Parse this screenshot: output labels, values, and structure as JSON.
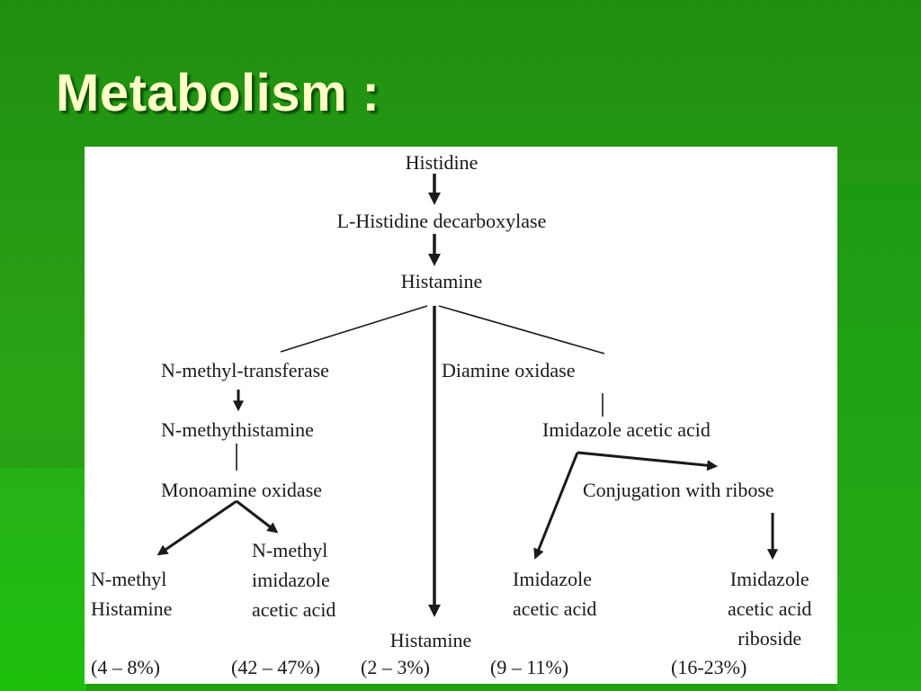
{
  "slide": {
    "title": "Metabolism :",
    "colors": {
      "background": "#23a314",
      "title": "#ffffc6",
      "panel": "#ffffff"
    }
  },
  "diagram": {
    "nodes": {
      "histidine": "Histidine",
      "decarboxylase": "L-Histidine decarboxylase",
      "histamine": "Histamine",
      "n_methyl_transferase": "N-methyl-transferase",
      "diamine_oxidase": "Diamine oxidase",
      "n_methylhistamine": "N-methythistamine",
      "imidazole_acetic_acid": "Imidazole acetic acid",
      "monoamine_oxidase": "Monoamine oxidase",
      "conjugation": "Conjugation with ribose",
      "n_methyl_histamine_lines": [
        "N-methyl",
        "Histamine"
      ],
      "n_methyl_imidazole_lines": [
        "N-methyl",
        "imidazole",
        "acetic acid"
      ],
      "imidazole_acid_lines": [
        "Imidazole",
        "acetic acid"
      ],
      "riboside_lines": [
        "Imidazole",
        "acetic acid",
        "riboside"
      ],
      "histamine_unchanged": "Histamine"
    },
    "percentages": [
      "(4 – 8%)",
      "(42 – 47%)",
      "(2 – 3%)",
      "(9 – 11%)",
      "(16-23%)"
    ]
  }
}
